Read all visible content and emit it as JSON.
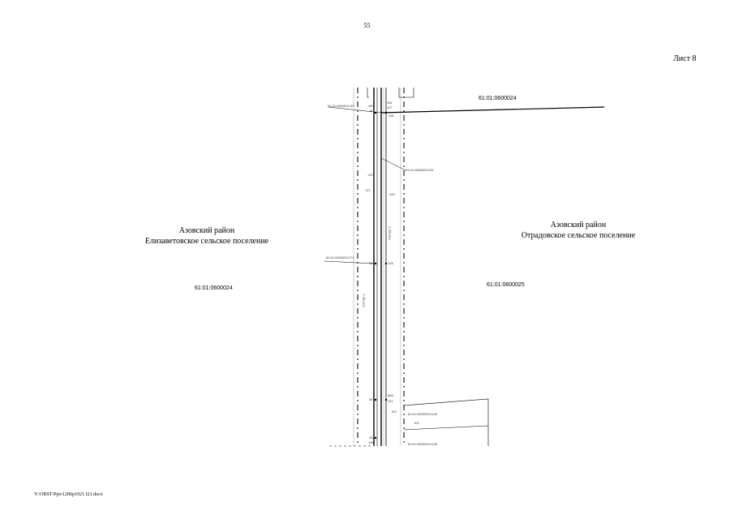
{
  "header": {
    "page_number": "55",
    "sheet_label": "Лист 8"
  },
  "map": {
    "left_region": {
      "district": "Азовский район",
      "settlement": "Елизаветовское сельское поселение",
      "cadastral_quarter": "61:01:0600024"
    },
    "right_region": {
      "district": "Азовский район",
      "settlement": "Отрадовское сельское поселение",
      "cadastral_quarter": "61:01:0600025"
    },
    "top_quarter": "61:01:0600024",
    "parcel_labels": {
      "top_left": "61:01:0600024:ЗУ",
      "mid_right": "61:01:0600000:315",
      "mid_left": "61:01:0600024:171",
      "bottom_right_1": "61:01:0600025:1142",
      "bottom_right_2": "61:01:0600025:1142"
    },
    "point_numbers": [
      "440",
      "441",
      "116",
      "117",
      "118",
      ":3/2",
      ":2/1",
      "149",
      "149",
      "128",
      "591",
      "588",
      "121",
      ":3/2",
      ":3/3",
      "433",
      "138"
    ],
    "contour_labels": {
      "left": "Контур 1",
      "right": "Контур 2"
    },
    "colors": {
      "line": "#000000",
      "boundary": "#444444"
    }
  },
  "footer": {
    "file_path": "Y:\\ORST\\Ppo\\1206p1021.f21.docx"
  }
}
